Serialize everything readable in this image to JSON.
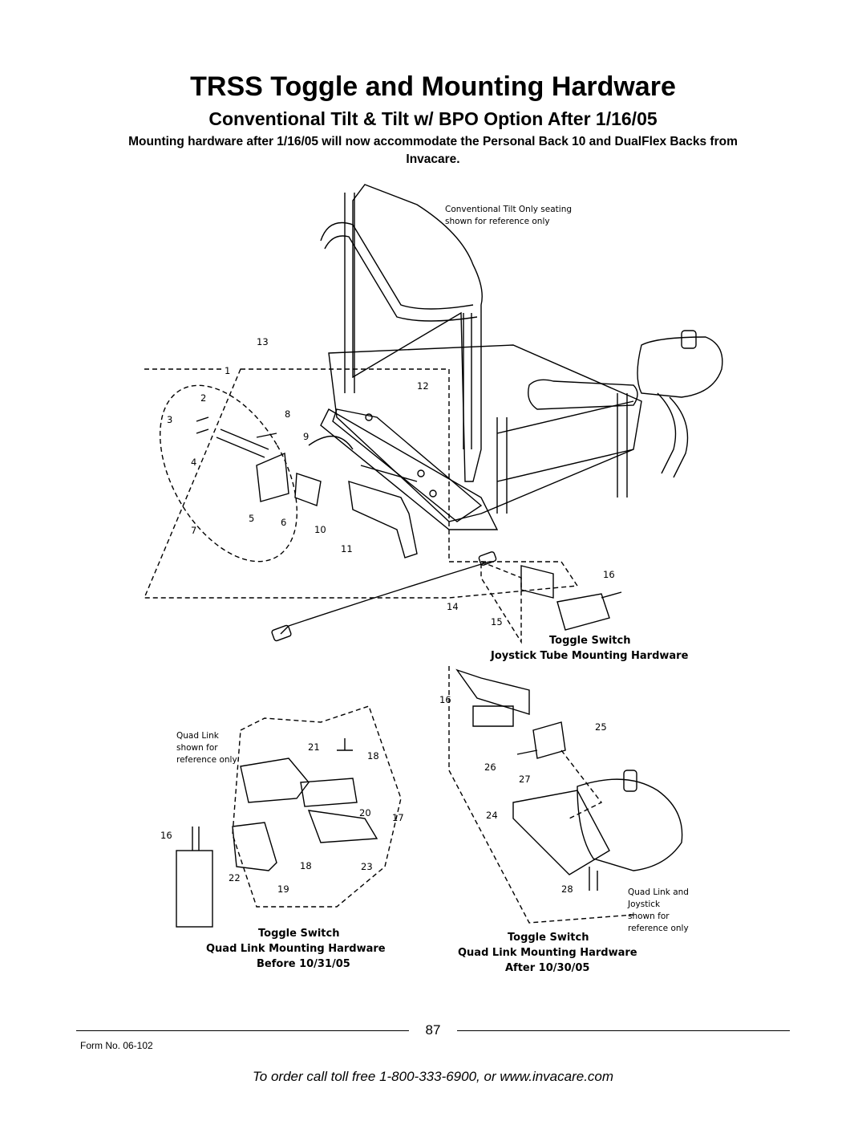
{
  "header": {
    "title": "TRSS Toggle and Mounting Hardware",
    "subtitle": "Conventional Tilt & Tilt w/ BPO Option After 1/16/05",
    "intro_line1": "Mounting hardware after 1/16/05 will now accommodate the Personal Back 10 and DualFlex Backs from",
    "intro_line2": "Invacare."
  },
  "diagram": {
    "note_conventional_1": "Conventional Tilt Only seating",
    "note_conventional_2": "shown for reference only",
    "caption_joystick_1": "Toggle Switch",
    "caption_joystick_2": "Joystick Tube Mounting Hardware",
    "note_quadlink_1": "Quad Link",
    "note_quadlink_2": "shown for",
    "note_quadlink_3": "reference only",
    "caption_before_1": "Toggle Switch",
    "caption_before_2": "Quad Link Mounting Hardware",
    "caption_before_3": "Before 10/31/05",
    "caption_after_1": "Toggle Switch",
    "caption_after_2": "Quad Link Mounting Hardware",
    "caption_after_3": "After 10/30/05",
    "note_quadjoy_1": "Quad Link and",
    "note_quadjoy_2": "Joystick",
    "note_quadjoy_3": "shown for",
    "note_quadjoy_4": "reference only",
    "callouts": [
      "13",
      "1",
      "2",
      "3",
      "4",
      "5",
      "6",
      "7",
      "8",
      "9",
      "10",
      "11",
      "12",
      "14",
      "15",
      "16",
      "16",
      "25",
      "26",
      "27",
      "24",
      "28",
      "21",
      "18",
      "20",
      "17",
      "16",
      "22",
      "18",
      "23",
      "19"
    ]
  },
  "footer": {
    "page_number": "87",
    "form_number": "Form No. 06-102",
    "order_text": "To order call toll free 1-800-333-6900, or www.invacare.com"
  }
}
